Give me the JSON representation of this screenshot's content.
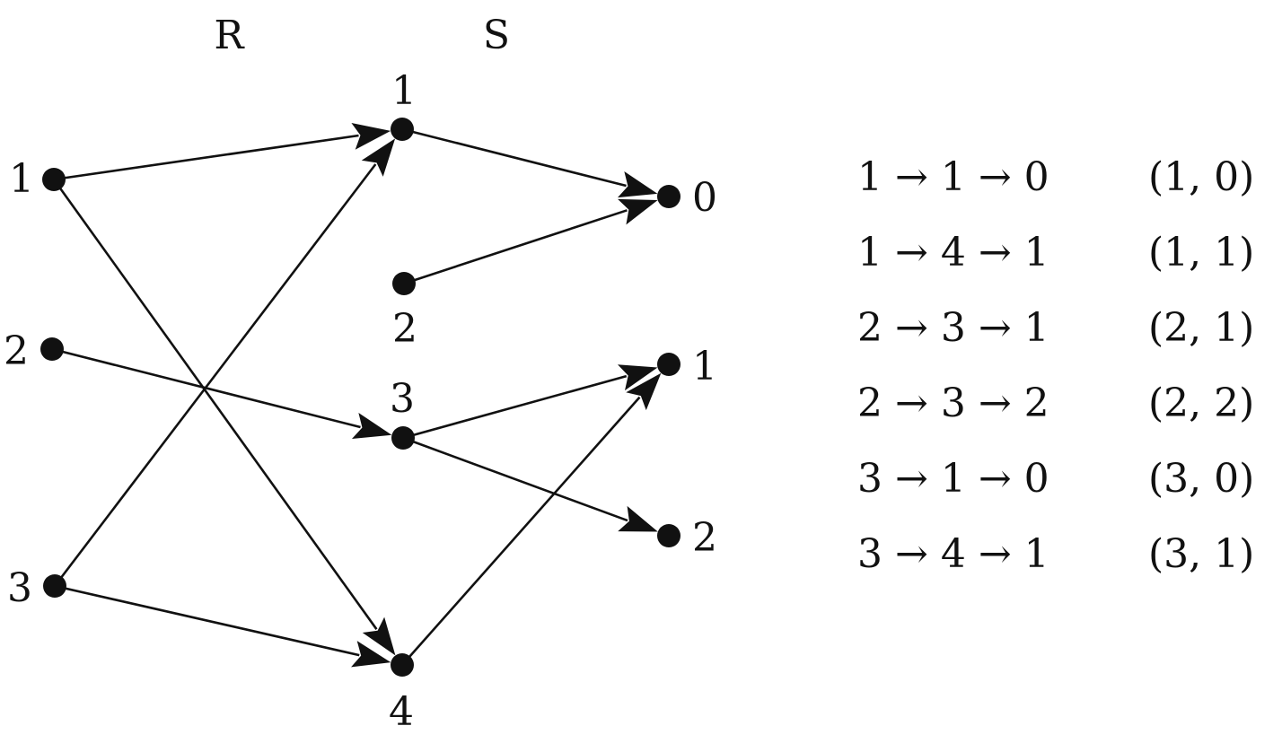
{
  "columns": {
    "left": "R",
    "right": "S"
  },
  "layers": {
    "left": [
      {
        "id": "L1",
        "label": "1"
      },
      {
        "id": "L2",
        "label": "2"
      },
      {
        "id": "L3",
        "label": "3"
      }
    ],
    "middle": [
      {
        "id": "M1",
        "label": "1"
      },
      {
        "id": "M2",
        "label": "2"
      },
      {
        "id": "M3",
        "label": "3"
      },
      {
        "id": "M4",
        "label": "4"
      }
    ],
    "right": [
      {
        "id": "N0",
        "label": "0"
      },
      {
        "id": "N1",
        "label": "1"
      },
      {
        "id": "N2",
        "label": "2"
      }
    ]
  },
  "edges": [
    {
      "from": "L1",
      "to": "M1"
    },
    {
      "from": "L1",
      "to": "M4"
    },
    {
      "from": "L2",
      "to": "M3"
    },
    {
      "from": "L3",
      "to": "M1"
    },
    {
      "from": "L3",
      "to": "M4"
    },
    {
      "from": "M1",
      "to": "N0"
    },
    {
      "from": "M2",
      "to": "N0"
    },
    {
      "from": "M3",
      "to": "N1"
    },
    {
      "from": "M3",
      "to": "N2"
    },
    {
      "from": "M4",
      "to": "N1"
    }
  ],
  "paths": [
    {
      "expr": "1 → 1 → 0",
      "pair": "(1, 0)"
    },
    {
      "expr": "1 → 4 → 1",
      "pair": "(1, 1)"
    },
    {
      "expr": "2 → 3 → 1",
      "pair": "(2, 1)"
    },
    {
      "expr": "2 → 3 → 2",
      "pair": "(2, 2)"
    },
    {
      "expr": "3 → 1 → 0",
      "pair": "(3, 0)"
    },
    {
      "expr": "3 → 4 → 1",
      "pair": "(3, 1)"
    }
  ]
}
